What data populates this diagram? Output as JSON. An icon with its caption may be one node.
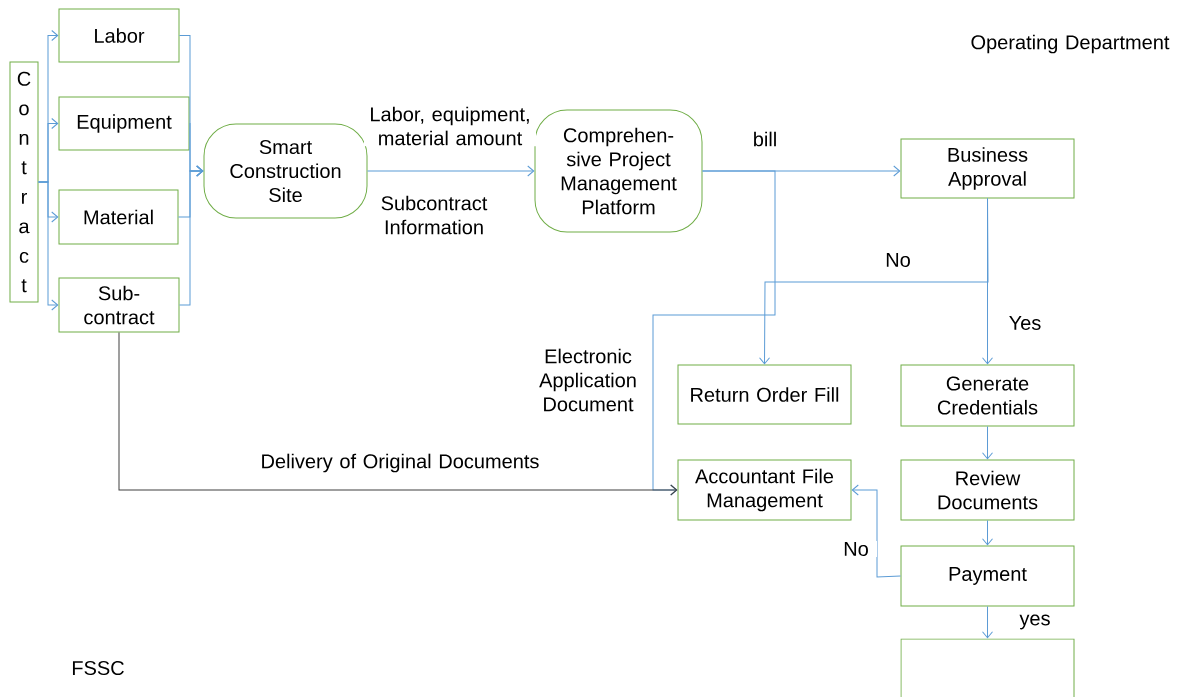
{
  "diagram": {
    "nodes": [
      {
        "text": [
          "Contract"
        ]
      },
      {
        "text": [
          "Labor"
        ]
      },
      {
        "text": [
          "Equipment"
        ]
      },
      {
        "text": [
          "Material"
        ]
      },
      {
        "text": [
          "Sub-contract"
        ]
      },
      {
        "text": [
          "Smart Construction Site"
        ]
      },
      {
        "text": [
          "Comprehen-sive Project Management Platform"
        ]
      },
      {
        "text": [
          "Business Approval"
        ]
      },
      {
        "text": [
          "Return Order Fill"
        ]
      },
      {
        "text": [
          "Generate Credentials"
        ]
      },
      {
        "text": [
          "Accountant File Management"
        ]
      },
      {
        "text": [
          "Review Documents"
        ]
      },
      {
        "text": [
          "Payment"
        ]
      },
      {
        "text": [],
        "shape": "box"
      }
    ],
    "edges": [
      {
        "from": 0,
        "to": 1,
        "arrow": "to"
      },
      {
        "from": 0,
        "to": 2,
        "arrow": "to"
      },
      {
        "from": 0,
        "to": 3,
        "arrow": "to"
      },
      {
        "from": 0,
        "to": 4,
        "arrow": "to"
      },
      {
        "from": 1,
        "to": 5,
        "arrow": "to"
      },
      {
        "from": 2,
        "to": 5,
        "arrow": "to"
      },
      {
        "from": 3,
        "to": 5,
        "arrow": "to"
      },
      {
        "from": 4,
        "to": 5,
        "arrow": "to"
      },
      {
        "from": 5,
        "to": 6,
        "arrow": "to",
        "label": "Labor, equipment, material amount"
      },
      {
        "from": 6,
        "to": 7,
        "arrow": "to",
        "label": "bill"
      },
      {
        "from": 6,
        "to": 10,
        "arrow": "to",
        "label": "Electronic Application Document"
      },
      {
        "from": 7,
        "to": 8,
        "arrow": "to",
        "label": "No"
      },
      {
        "from": 7,
        "to": 9,
        "arrow": "to",
        "label": "Yes"
      },
      {
        "from": 4,
        "to": 10,
        "arrow": "to",
        "label": "Delivery of Original Documents",
        "color": "#404040"
      },
      {
        "from": 9,
        "to": 11,
        "arrow": "to"
      },
      {
        "from": 11,
        "to": 12,
        "arrow": "to"
      },
      {
        "from": 12,
        "to": 10,
        "arrow": "to",
        "label": "No"
      },
      {
        "from": 12,
        "to": 13,
        "arrow": "to",
        "label": "yes"
      }
    ],
    "labels": [
      "Operating Department",
      "Subcontract Information",
      "FSSC"
    ]
  }
}
